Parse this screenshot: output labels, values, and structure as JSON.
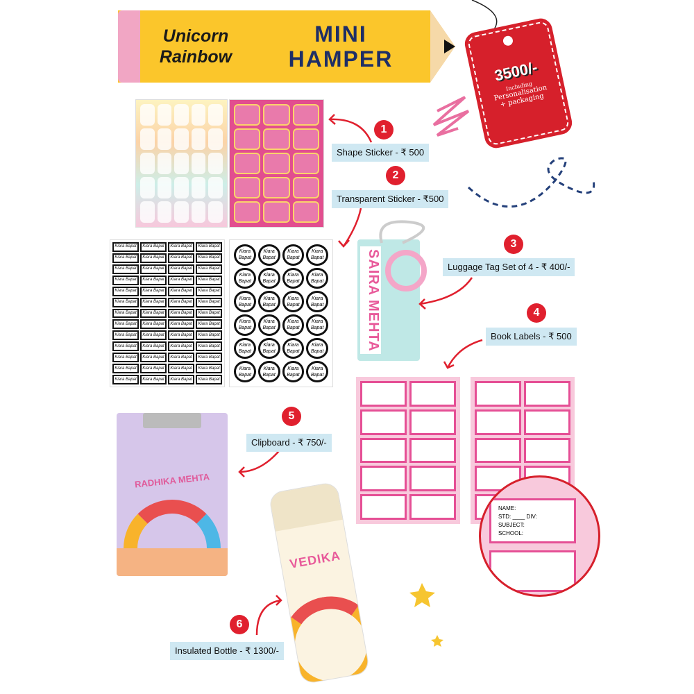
{
  "header": {
    "brand_line1": "Unicorn",
    "brand_line2": "Rainbow",
    "title_line1": "MINI",
    "title_line2": "HAMPER"
  },
  "price_tag": {
    "price": "3500/-",
    "including": "Including",
    "line1": "Personalisation",
    "line2": "+ packaging"
  },
  "items": [
    {
      "number": "1",
      "label": "Shape Sticker - ₹ 500"
    },
    {
      "number": "2",
      "label": "Transparent Sticker - ₹500"
    },
    {
      "number": "3",
      "label": "Luggage Tag Set of 4 - ₹ 400/-"
    },
    {
      "number": "4",
      "label": "Book Labels - ₹ 500"
    },
    {
      "number": "5",
      "label": "Clipboard - ₹ 750/-"
    },
    {
      "number": "6",
      "label": "Insulated Bottle - ₹ 1300/-"
    }
  ],
  "sample_name": "Kiara Bapat",
  "luggage_name": "SAIRA MEHTA",
  "clipboard_name": "RADHIKA MEHTA",
  "bottle_name": "VEDIKA",
  "book_label": {
    "name": "NAME:",
    "std": "STD:",
    "div": "DIV:",
    "subject": "SUBJECT:",
    "school": "SCHOOL:"
  },
  "colors": {
    "red": "#e0202e",
    "label_bg": "#cfe8f2",
    "pencil": "#fbc62b",
    "navy": "#1e2e66"
  }
}
